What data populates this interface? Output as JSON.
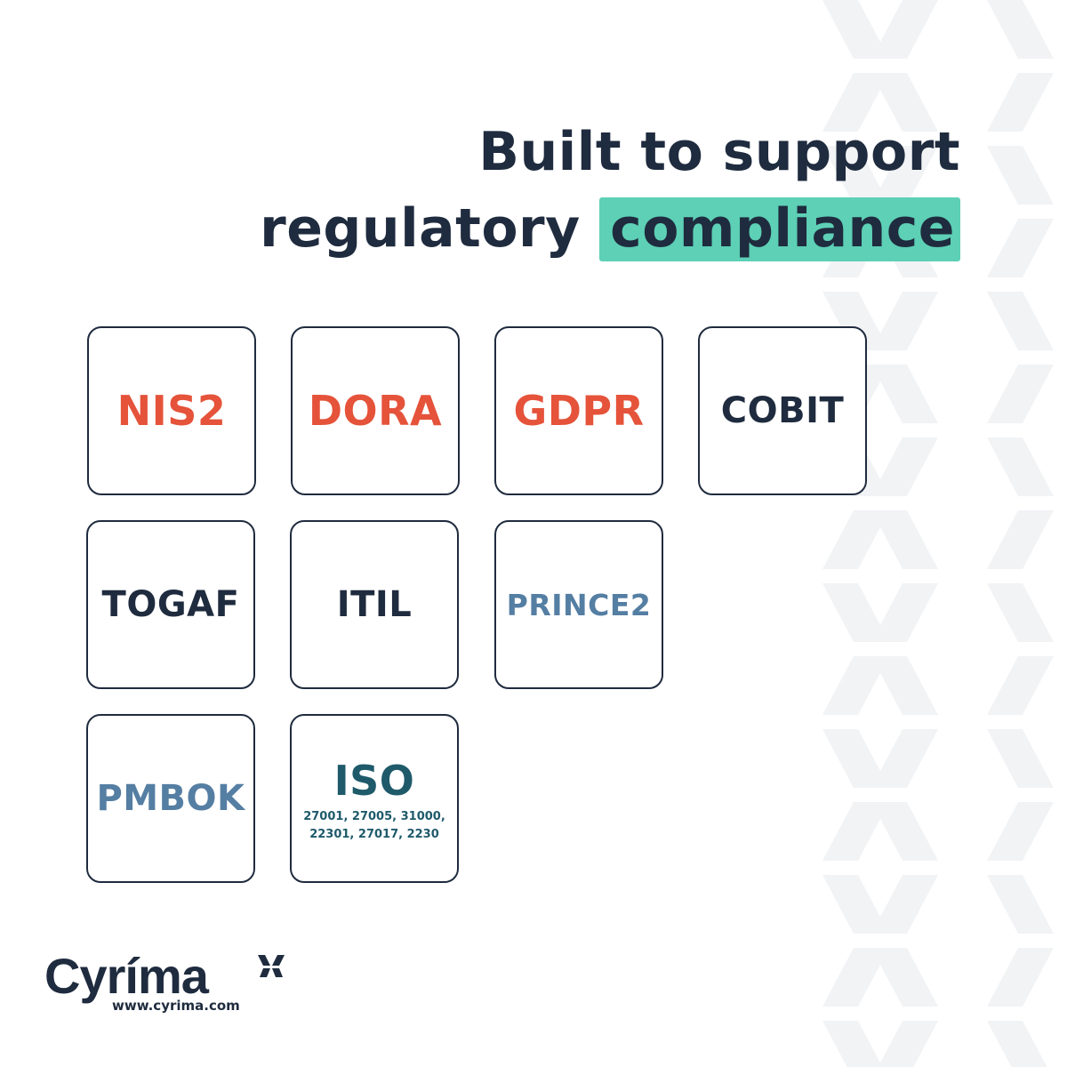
{
  "headline": {
    "line1": "Built to support",
    "line2_plain": "regulatory",
    "line2_accent": "compliance"
  },
  "frameworks": [
    {
      "label": "NIS2",
      "color": "#e5533a"
    },
    {
      "label": "DORA",
      "color": "#e5533a"
    },
    {
      "label": "GDPR",
      "color": "#e5533a"
    },
    {
      "label": "COBIT",
      "color": "#1f2b3e"
    },
    {
      "label": "TOGAF",
      "color": "#1f2b3e"
    },
    {
      "label": "ITIL",
      "color": "#1f2b3e"
    },
    {
      "label": "PRINCE2",
      "color": "#557ea3"
    },
    {
      "label": "PMBOK",
      "color": "#557ea3"
    },
    {
      "label": "ISO",
      "color": "#1f5a6b",
      "sub_line1": "27001, 27005, 31000,",
      "sub_line2": "22301, 27017, 2230"
    }
  ],
  "brand": {
    "name": "Cyríma",
    "url": "www.cyrima.com"
  },
  "colors": {
    "dark": "#1f2b3e",
    "accent_highlight": "#5dd0b6",
    "red": "#e5533a",
    "steel_blue": "#557ea3",
    "teal_dark": "#1f5a6b",
    "pattern": "#f2f3f5"
  },
  "icons": [
    "background-chevron-pattern",
    "cyrima-x-mark-icon"
  ]
}
